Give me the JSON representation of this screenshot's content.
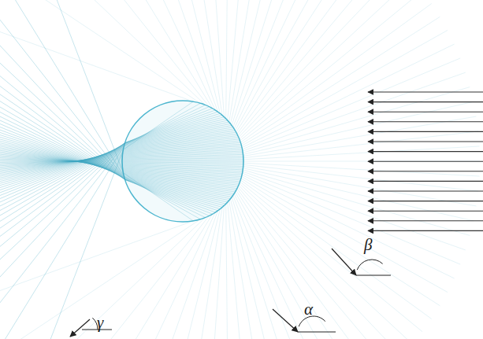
{
  "diagram": {
    "labels": [
      "β",
      "α",
      "γ"
    ]
  }
}
